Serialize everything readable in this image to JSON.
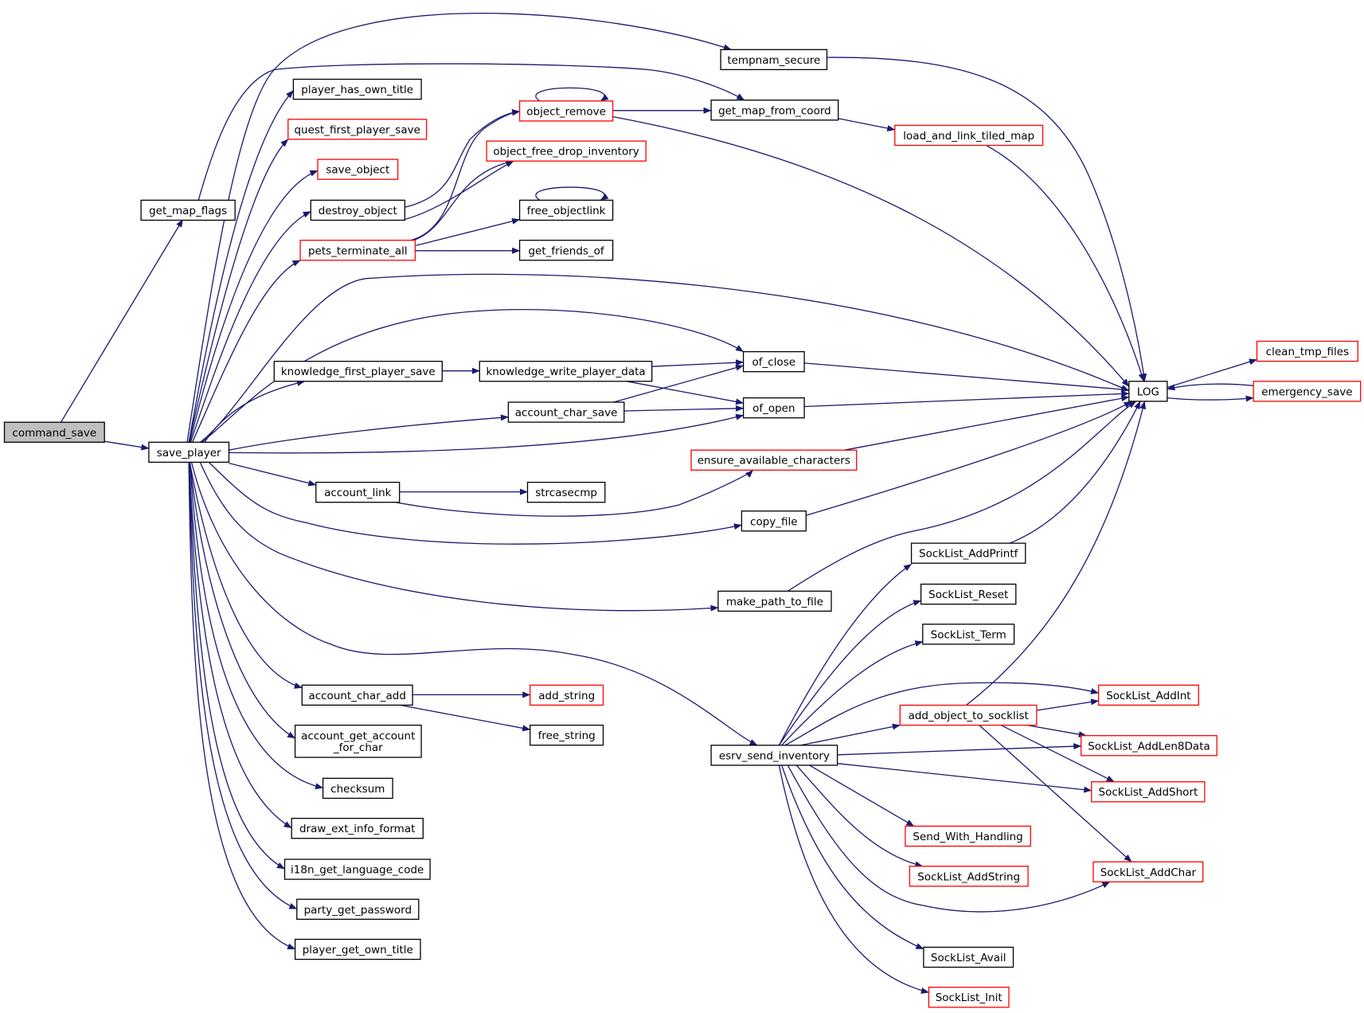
{
  "root": "command_save",
  "nodes": [
    {
      "id": "command_save",
      "label": "command_save",
      "style": "root"
    },
    {
      "id": "save_player",
      "label": "save_player",
      "style": "normal"
    },
    {
      "id": "get_map_flags",
      "label": "get_map_flags",
      "style": "normal"
    },
    {
      "id": "tempnam_secure",
      "label": "tempnam_secure",
      "style": "normal"
    },
    {
      "id": "player_has_own_title",
      "label": "player_has_own_title",
      "style": "normal"
    },
    {
      "id": "quest_first_player_save",
      "label": "quest_first_player_save",
      "style": "truncated"
    },
    {
      "id": "save_object",
      "label": "save_object",
      "style": "truncated"
    },
    {
      "id": "destroy_object",
      "label": "destroy_object",
      "style": "normal"
    },
    {
      "id": "pets_terminate_all",
      "label": "pets_terminate_all",
      "style": "truncated"
    },
    {
      "id": "object_remove",
      "label": "object_remove",
      "style": "truncated"
    },
    {
      "id": "get_map_from_coord",
      "label": "get_map_from_coord",
      "style": "normal"
    },
    {
      "id": "load_and_link_tiled_map",
      "label": "load_and_link_tiled_map",
      "style": "truncated"
    },
    {
      "id": "object_free_drop_inventory",
      "label": "object_free_drop_inventory",
      "style": "truncated"
    },
    {
      "id": "free_objectlink",
      "label": "free_objectlink",
      "style": "normal"
    },
    {
      "id": "get_friends_of",
      "label": "get_friends_of",
      "style": "normal"
    },
    {
      "id": "knowledge_first_player_save",
      "label": "knowledge_first_player_save",
      "style": "normal"
    },
    {
      "id": "knowledge_write_player_data",
      "label": "knowledge_write_player_data",
      "style": "normal"
    },
    {
      "id": "of_close",
      "label": "of_close",
      "style": "normal"
    },
    {
      "id": "of_open",
      "label": "of_open",
      "style": "normal"
    },
    {
      "id": "account_char_save",
      "label": "account_char_save",
      "style": "normal"
    },
    {
      "id": "ensure_available_characters",
      "label": "ensure_available_characters",
      "style": "truncated"
    },
    {
      "id": "account_link",
      "label": "account_link",
      "style": "normal"
    },
    {
      "id": "strcasecmp",
      "label": "strcasecmp",
      "style": "normal"
    },
    {
      "id": "copy_file",
      "label": "copy_file",
      "style": "normal"
    },
    {
      "id": "make_path_to_file",
      "label": "make_path_to_file",
      "style": "normal"
    },
    {
      "id": "LOG",
      "label": "LOG",
      "style": "normal"
    },
    {
      "id": "clean_tmp_files",
      "label": "clean_tmp_files",
      "style": "truncated"
    },
    {
      "id": "emergency_save",
      "label": "emergency_save",
      "style": "truncated"
    },
    {
      "id": "account_char_add",
      "label": "account_char_add",
      "style": "normal"
    },
    {
      "id": "add_string",
      "label": "add_string",
      "style": "truncated"
    },
    {
      "id": "free_string",
      "label": "free_string",
      "style": "normal"
    },
    {
      "id": "account_get_account_for_char",
      "label": "account_get_account\n_for_char",
      "style": "normal"
    },
    {
      "id": "checksum",
      "label": "checksum",
      "style": "normal"
    },
    {
      "id": "draw_ext_info_format",
      "label": "draw_ext_info_format",
      "style": "normal"
    },
    {
      "id": "i18n_get_language_code",
      "label": "i18n_get_language_code",
      "style": "normal"
    },
    {
      "id": "party_get_password",
      "label": "party_get_password",
      "style": "normal"
    },
    {
      "id": "player_get_own_title",
      "label": "player_get_own_title",
      "style": "normal"
    },
    {
      "id": "esrv_send_inventory",
      "label": "esrv_send_inventory",
      "style": "normal"
    },
    {
      "id": "SockList_AddPrintf",
      "label": "SockList_AddPrintf",
      "style": "normal"
    },
    {
      "id": "SockList_Reset",
      "label": "SockList_Reset",
      "style": "normal"
    },
    {
      "id": "SockList_Term",
      "label": "SockList_Term",
      "style": "normal"
    },
    {
      "id": "add_object_to_socklist",
      "label": "add_object_to_socklist",
      "style": "truncated"
    },
    {
      "id": "SockList_AddInt",
      "label": "SockList_AddInt",
      "style": "truncated"
    },
    {
      "id": "SockList_AddLen8Data",
      "label": "SockList_AddLen8Data",
      "style": "truncated"
    },
    {
      "id": "SockList_AddShort",
      "label": "SockList_AddShort",
      "style": "truncated"
    },
    {
      "id": "Send_With_Handling",
      "label": "Send_With_Handling",
      "style": "truncated"
    },
    {
      "id": "SockList_AddString",
      "label": "SockList_AddString",
      "style": "truncated"
    },
    {
      "id": "SockList_AddChar",
      "label": "SockList_AddChar",
      "style": "truncated"
    },
    {
      "id": "SockList_Avail",
      "label": "SockList_Avail",
      "style": "normal"
    },
    {
      "id": "SockList_Init",
      "label": "SockList_Init",
      "style": "truncated"
    }
  ],
  "edges": [
    [
      "command_save",
      "get_map_flags"
    ],
    [
      "command_save",
      "save_player"
    ],
    [
      "get_map_flags",
      "get_map_from_coord"
    ],
    [
      "save_player",
      "tempnam_secure"
    ],
    [
      "save_player",
      "player_has_own_title"
    ],
    [
      "save_player",
      "quest_first_player_save"
    ],
    [
      "save_player",
      "save_object"
    ],
    [
      "save_player",
      "destroy_object"
    ],
    [
      "save_player",
      "pets_terminate_all"
    ],
    [
      "save_player",
      "LOG"
    ],
    [
      "save_player",
      "of_close"
    ],
    [
      "save_player",
      "knowledge_first_player_save"
    ],
    [
      "save_player",
      "account_char_save"
    ],
    [
      "save_player",
      "of_open"
    ],
    [
      "save_player",
      "account_link"
    ],
    [
      "save_player",
      "copy_file"
    ],
    [
      "save_player",
      "make_path_to_file"
    ],
    [
      "save_player",
      "esrv_send_inventory"
    ],
    [
      "save_player",
      "account_char_add"
    ],
    [
      "save_player",
      "account_get_account_for_char"
    ],
    [
      "save_player",
      "checksum"
    ],
    [
      "save_player",
      "draw_ext_info_format"
    ],
    [
      "save_player",
      "i18n_get_language_code"
    ],
    [
      "save_player",
      "party_get_password"
    ],
    [
      "save_player",
      "player_get_own_title"
    ],
    [
      "tempnam_secure",
      "LOG"
    ],
    [
      "destroy_object",
      "object_remove"
    ],
    [
      "destroy_object",
      "object_free_drop_inventory"
    ],
    [
      "pets_terminate_all",
      "object_remove"
    ],
    [
      "pets_terminate_all",
      "object_free_drop_inventory"
    ],
    [
      "pets_terminate_all",
      "free_objectlink"
    ],
    [
      "pets_terminate_all",
      "get_friends_of"
    ],
    [
      "object_remove",
      "object_remove"
    ],
    [
      "object_remove",
      "get_map_from_coord"
    ],
    [
      "object_remove",
      "LOG"
    ],
    [
      "get_map_from_coord",
      "load_and_link_tiled_map"
    ],
    [
      "load_and_link_tiled_map",
      "LOG"
    ],
    [
      "free_objectlink",
      "free_objectlink"
    ],
    [
      "knowledge_first_player_save",
      "knowledge_write_player_data"
    ],
    [
      "knowledge_write_player_data",
      "of_close"
    ],
    [
      "knowledge_write_player_data",
      "of_open"
    ],
    [
      "account_char_save",
      "of_close"
    ],
    [
      "account_char_save",
      "of_open"
    ],
    [
      "of_close",
      "LOG"
    ],
    [
      "of_open",
      "LOG"
    ],
    [
      "ensure_available_characters",
      "LOG"
    ],
    [
      "account_link",
      "strcasecmp"
    ],
    [
      "account_link",
      "ensure_available_characters"
    ],
    [
      "copy_file",
      "LOG"
    ],
    [
      "make_path_to_file",
      "LOG"
    ],
    [
      "LOG",
      "clean_tmp_files"
    ],
    [
      "LOG",
      "emergency_save"
    ],
    [
      "emergency_save",
      "LOG"
    ],
    [
      "account_char_add",
      "add_string"
    ],
    [
      "account_char_add",
      "free_string"
    ],
    [
      "esrv_send_inventory",
      "SockList_AddPrintf"
    ],
    [
      "esrv_send_inventory",
      "SockList_Reset"
    ],
    [
      "esrv_send_inventory",
      "SockList_Term"
    ],
    [
      "esrv_send_inventory",
      "SockList_AddInt"
    ],
    [
      "esrv_send_inventory",
      "add_object_to_socklist"
    ],
    [
      "esrv_send_inventory",
      "SockList_AddLen8Data"
    ],
    [
      "esrv_send_inventory",
      "SockList_AddShort"
    ],
    [
      "esrv_send_inventory",
      "Send_With_Handling"
    ],
    [
      "esrv_send_inventory",
      "SockList_AddString"
    ],
    [
      "esrv_send_inventory",
      "SockList_AddChar"
    ],
    [
      "esrv_send_inventory",
      "SockList_Avail"
    ],
    [
      "esrv_send_inventory",
      "SockList_Init"
    ],
    [
      "SockList_AddPrintf",
      "LOG"
    ],
    [
      "add_object_to_socklist",
      "LOG"
    ],
    [
      "add_object_to_socklist",
      "SockList_AddInt"
    ],
    [
      "add_object_to_socklist",
      "SockList_AddLen8Data"
    ],
    [
      "add_object_to_socklist",
      "SockList_AddShort"
    ],
    [
      "add_object_to_socklist",
      "SockList_AddChar"
    ]
  ],
  "colors": {
    "edge": "#191970",
    "root_fill": "#bfbfbf",
    "node_border": "#000000",
    "truncated_border": "#ff0000",
    "background": "#ffffff"
  }
}
